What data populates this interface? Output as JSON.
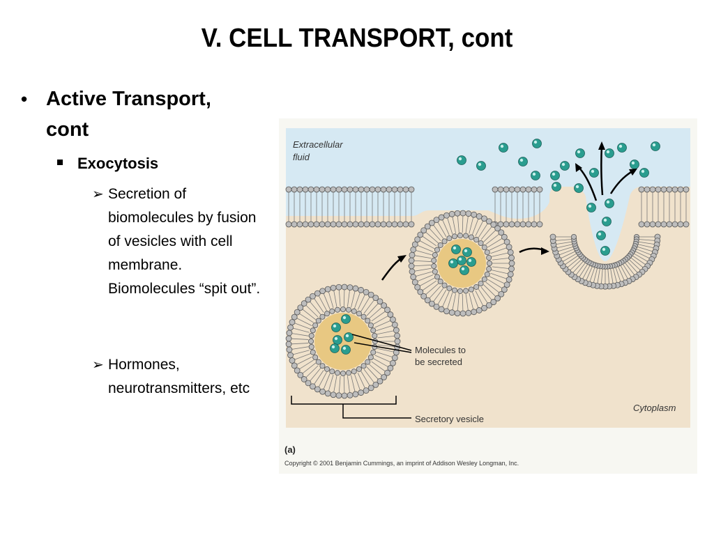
{
  "slide": {
    "title": "V.  CELL TRANSPORT, cont",
    "bullet1": "Active Transport, cont",
    "sub1": "Exocytosis",
    "items": [
      "Secretion of biomolecules by fusion of vesicles with cell membrane. Biomolecules “spit out”.",
      "Hormones, neurotransmitters, etc"
    ]
  },
  "figure": {
    "label_extracellular_1": "Extracellular",
    "label_extracellular_2": "fluid",
    "label_cytoplasm": "Cytoplasm",
    "label_molecules_1": "Molecules to",
    "label_molecules_2": "be secreted",
    "label_vesicle": "Secretory vesicle",
    "panel_label": "(a)",
    "copyright": "Copyright © 2001 Benjamin Cummings, an imprint of Addison Wesley Longman, Inc."
  },
  "colors": {
    "extracellular": "#d6e9f3",
    "cytoplasm": "#f0e2cc",
    "molecule": "#2a9d8f",
    "vesicle_core": "#e8c882"
  }
}
